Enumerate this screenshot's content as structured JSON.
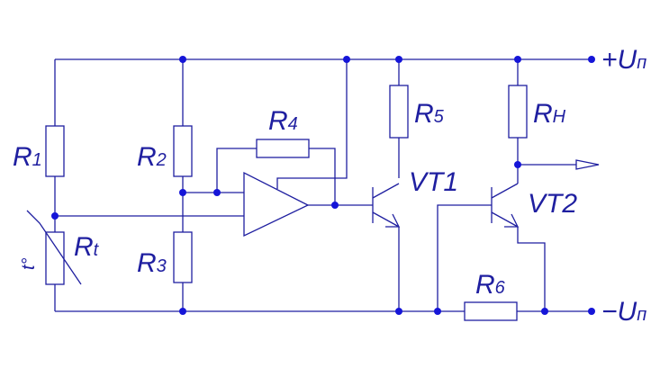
{
  "labels": {
    "r1": {
      "main": "R",
      "sub": "1"
    },
    "r2": {
      "main": "R",
      "sub": "2"
    },
    "r3": {
      "main": "R",
      "sub": "3"
    },
    "r4": {
      "main": "R",
      "sub": "4"
    },
    "r5": {
      "main": "R",
      "sub": "5"
    },
    "r6": {
      "main": "R",
      "sub": "6"
    },
    "rh": {
      "main": "R",
      "sub": "H"
    },
    "rt": {
      "main": "R",
      "sub": "t"
    },
    "vt1": "VT1",
    "vt2": "VT2",
    "vplus": {
      "sign": "+",
      "main": "U",
      "sub": "п"
    },
    "vminus": {
      "sign": "−",
      "main": "U",
      "sub": "п"
    },
    "thermistor_mark": "t°"
  },
  "colors": {
    "wire": "#1f1fa0",
    "node": "#1515d8"
  }
}
